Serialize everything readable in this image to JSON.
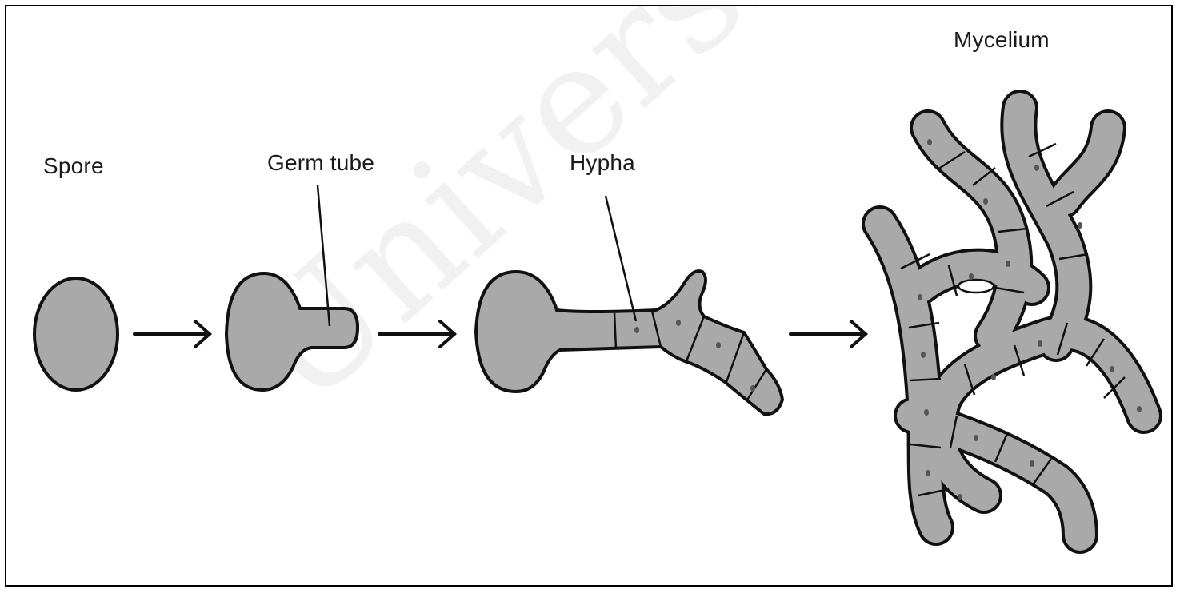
{
  "diagram": {
    "labels": {
      "spore": "Spore",
      "germ_tube": "Germ tube",
      "hypha": "Hypha",
      "mycelium": "Mycelium"
    },
    "watermark": "Universiti Malaya",
    "colors": {
      "cell_fill": "#a9a9a9",
      "outline": "#111111",
      "arrow": "#111111",
      "nucleus": "#555555"
    }
  }
}
